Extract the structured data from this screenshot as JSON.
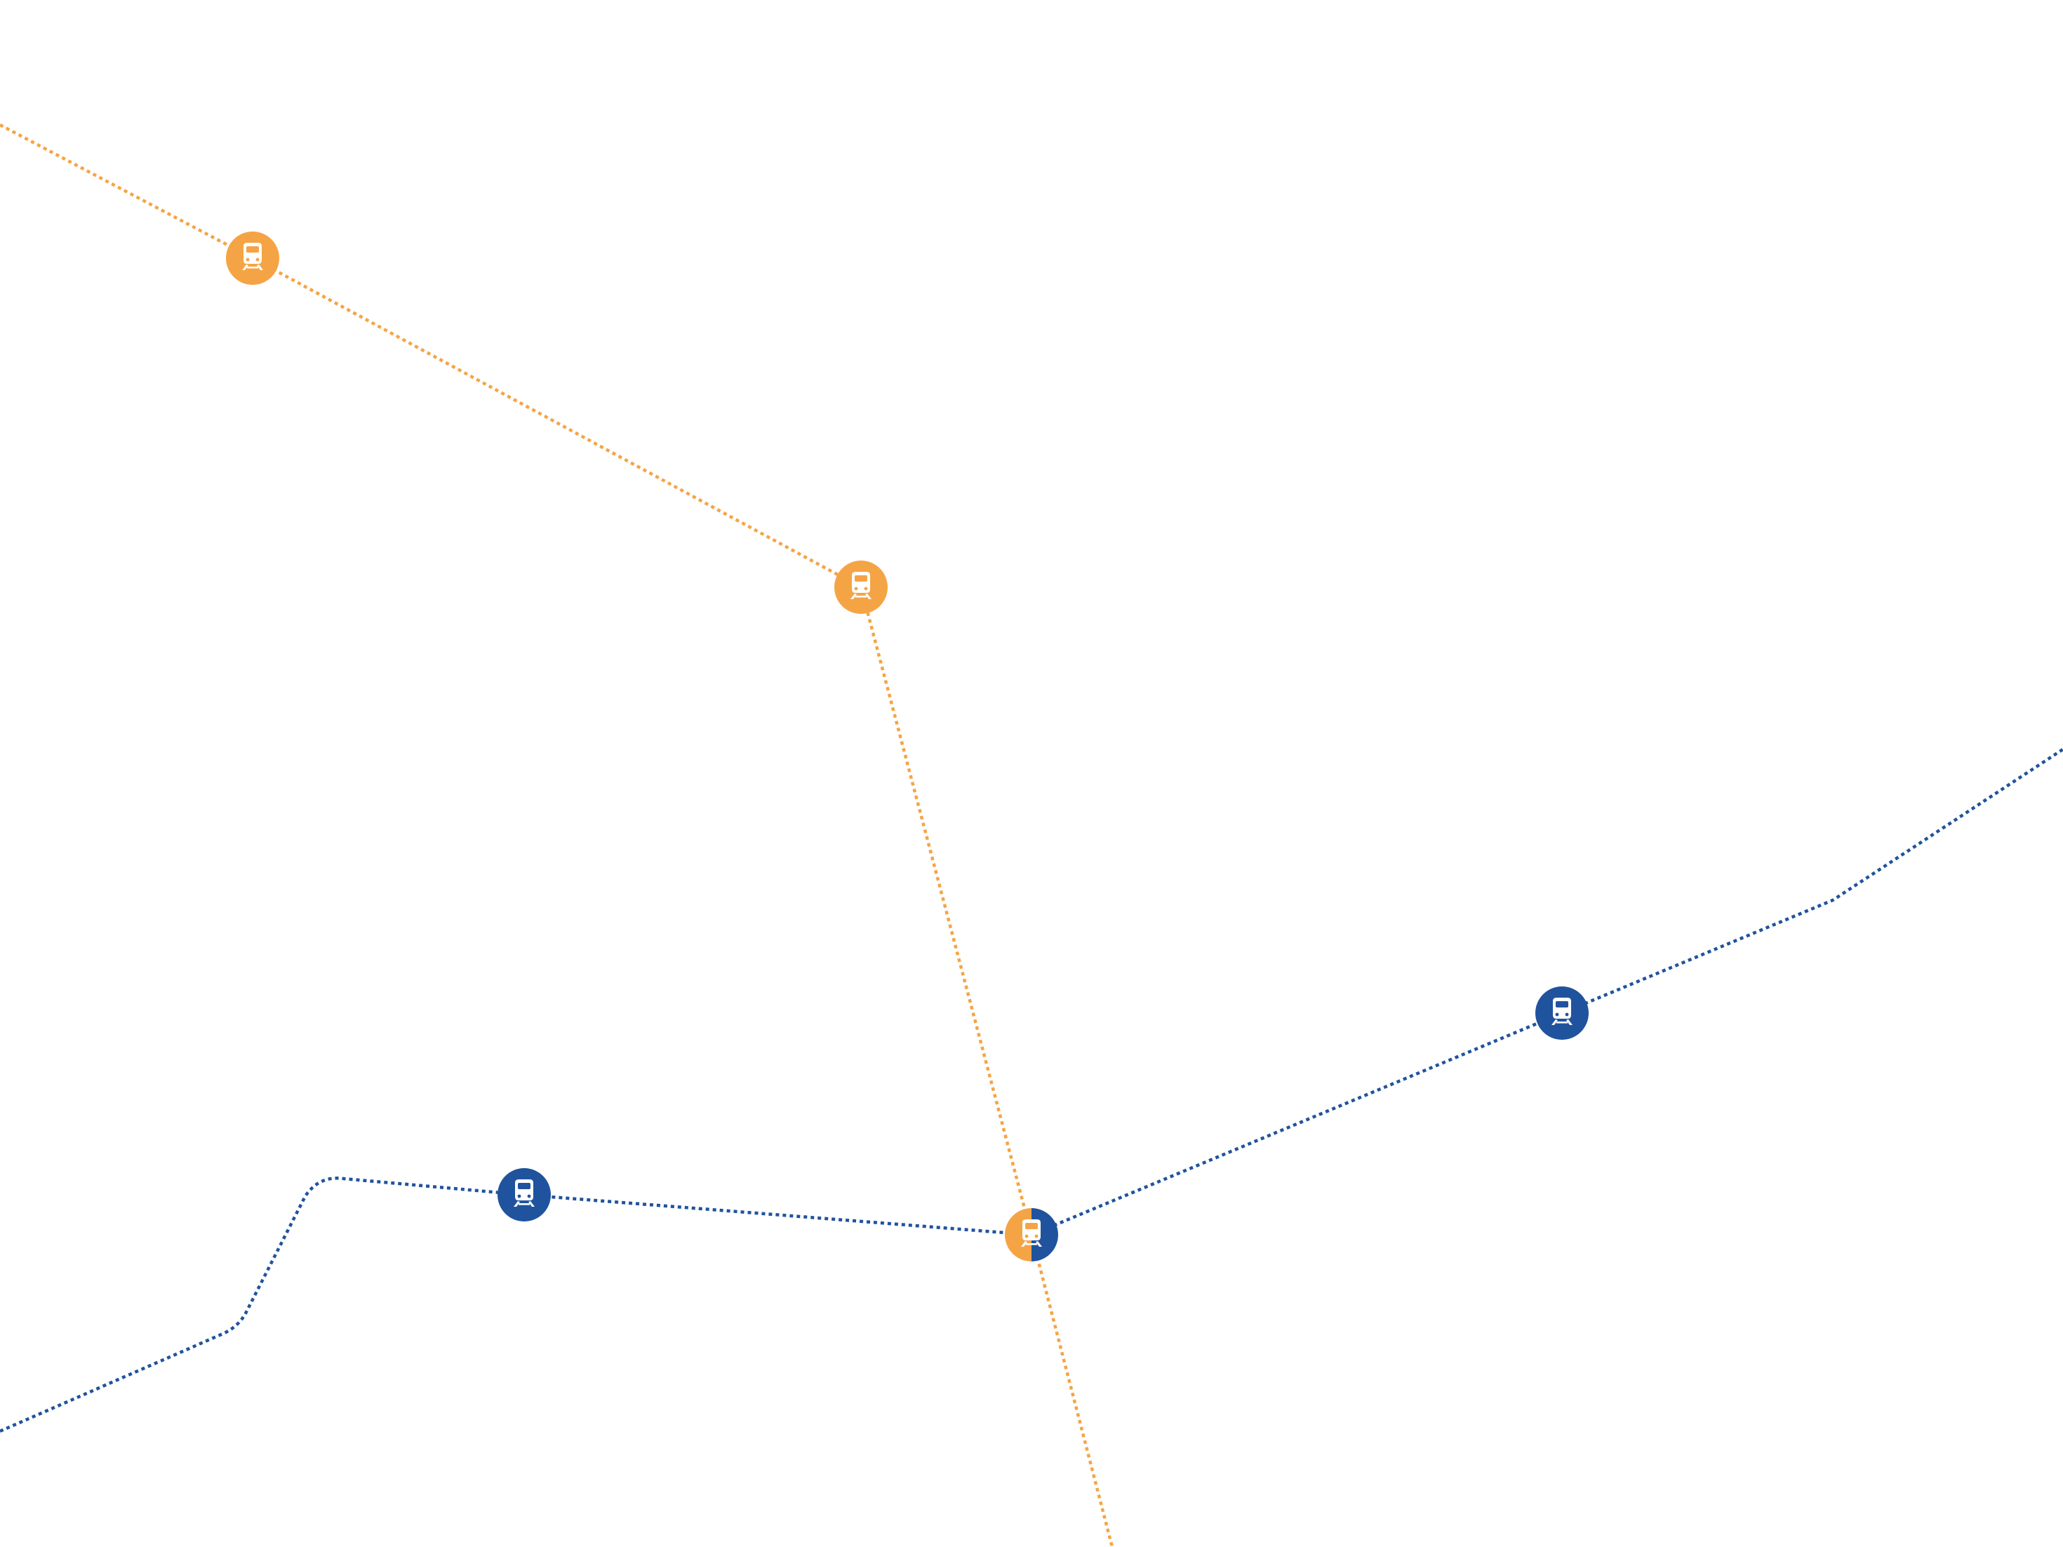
{
  "map": {
    "background": "#ffffff",
    "lines": [
      {
        "name_key": "orange-line",
        "color": "#f5a445"
      },
      {
        "name_key": "blue-line",
        "color": "#20539d"
      }
    ],
    "stations": [
      {
        "id": "orange-station-1",
        "lines": [
          "orange-line"
        ],
        "icon": "train-front-icon"
      },
      {
        "id": "orange-station-2",
        "lines": [
          "orange-line"
        ],
        "icon": "train-front-icon"
      },
      {
        "id": "blue-station-1",
        "lines": [
          "blue-line"
        ],
        "icon": "train-front-icon"
      },
      {
        "id": "blue-station-2",
        "lines": [
          "blue-line"
        ],
        "icon": "train-front-icon"
      },
      {
        "id": "interchange-station",
        "lines": [
          "orange-line",
          "blue-line"
        ],
        "icon": "train-front-icon"
      }
    ]
  }
}
